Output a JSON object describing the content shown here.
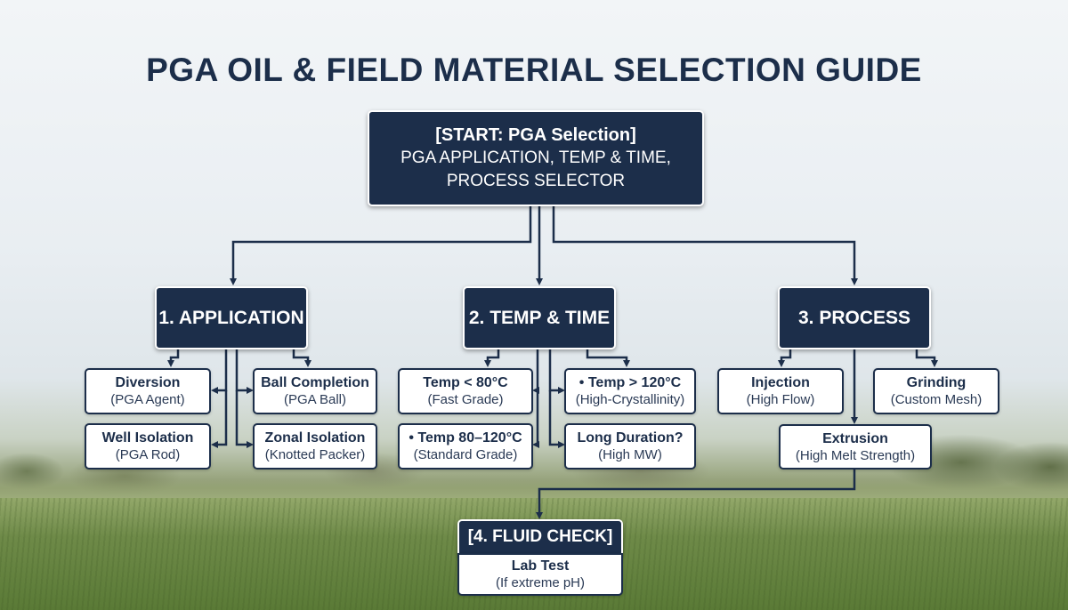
{
  "title": "PGA OIL & FIELD MATERIAL SELECTION GUIDE",
  "start": {
    "heading": "[START: PGA Selection]",
    "line1": "PGA APPLICATION, TEMP & TIME,",
    "line2": "PROCESS SELECTOR"
  },
  "categories": {
    "application": "1. APPLICATION",
    "temp_time": "2. TEMP & TIME",
    "process": "3. PROCESS"
  },
  "options": {
    "diversion": {
      "title": "Diversion",
      "sub": "(PGA Agent)"
    },
    "ball_completion": {
      "title": "Ball Completion",
      "sub": "(PGA Ball)"
    },
    "well_isolation": {
      "title": "Well Isolation",
      "sub": "(PGA Rod)"
    },
    "zonal_isolation": {
      "title": "Zonal Isolation",
      "sub": "(Knotted Packer)"
    },
    "temp_low": {
      "title": "Temp < 80°C",
      "sub": "(Fast Grade)"
    },
    "temp_high": {
      "title": "• Temp > 120°C",
      "sub": "(High-Crystallinity)"
    },
    "temp_mid": {
      "title": "• Temp 80–120°C",
      "sub": "(Standard Grade)"
    },
    "long_duration": {
      "title": "Long Duration?",
      "sub": "(High MW)"
    },
    "injection": {
      "title": "Injection",
      "sub": "(High Flow)"
    },
    "grinding": {
      "title": "Grinding",
      "sub": "(Custom Mesh)"
    },
    "extrusion": {
      "title": "Extrusion",
      "sub": "(High Melt Strength)"
    }
  },
  "fluid_check": {
    "heading": "[4. FLUID CHECK]",
    "title": "Lab Test",
    "sub": "(If extreme pH)"
  },
  "colors": {
    "navy": "#1c2e4a",
    "white": "#ffffff"
  }
}
